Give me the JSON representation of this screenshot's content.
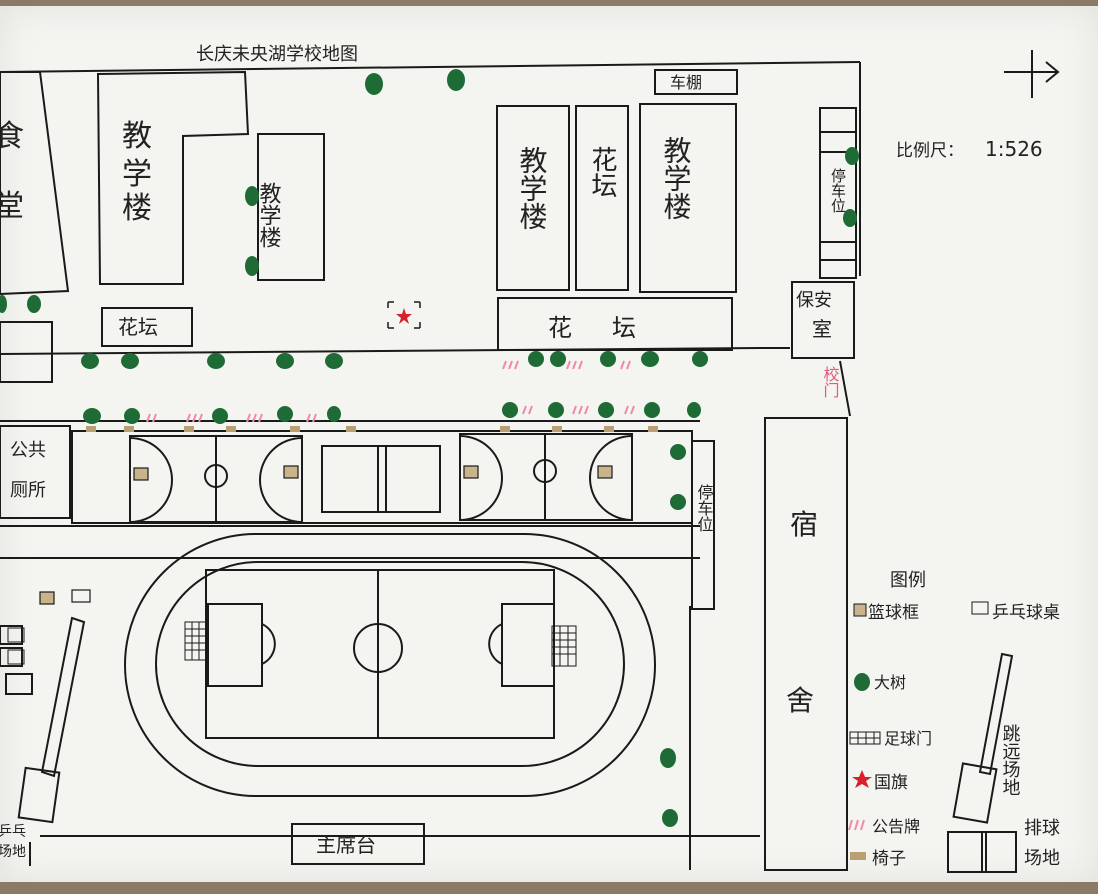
{
  "map": {
    "title": "长庆未央湖学校地图",
    "scale_label": "比例尺：",
    "scale_value": "1:526",
    "direction_icon": "arrow-right-icon"
  },
  "buildings": {
    "canteen": "食堂",
    "teaching_1_a": "教",
    "teaching_1_b": "学",
    "teaching_1_c": "楼",
    "teaching_2": "教学楼",
    "teaching_3": "教学楼",
    "teaching_4": "教学楼",
    "flower_bed_small": "花坛",
    "flower_bed_tall": "花坛",
    "flower_bed_long": "花坛",
    "bike_shed": "车棚",
    "parking_top": "停车位",
    "security": "保安室",
    "gate": "校门",
    "toilet": "公共厕所",
    "parking_mid": "停车位",
    "dorm_top": "宿",
    "dorm_bottom": "舍",
    "grandstand": "主席台",
    "jump_area": "跳远场地",
    "volleyball": "排球场地",
    "left_bottom_label": "乒乓场地"
  },
  "legend": {
    "title": "图例",
    "items": [
      {
        "label": "篮球框",
        "icon": "basketball-hoop-icon"
      },
      {
        "label": "乒乓球桌",
        "icon": "table-tennis-icon"
      },
      {
        "label": "大树",
        "icon": "tree-icon",
        "color": "#1f6b35"
      },
      {
        "label": "足球门",
        "icon": "soccer-goal-icon"
      },
      {
        "label": "国旗",
        "icon": "flag-star-icon",
        "color": "#d8202a"
      },
      {
        "label": "公告牌",
        "icon": "notice-board-icon",
        "color": "#f08aa8"
      },
      {
        "label": "椅子",
        "icon": "chair-icon",
        "color": "#b9a074"
      }
    ]
  },
  "colors": {
    "tree": "#1f6b35",
    "flag": "#d8202a",
    "notice": "#f08aa8",
    "chair": "#b9a074",
    "ink": "#1a1a1a"
  }
}
